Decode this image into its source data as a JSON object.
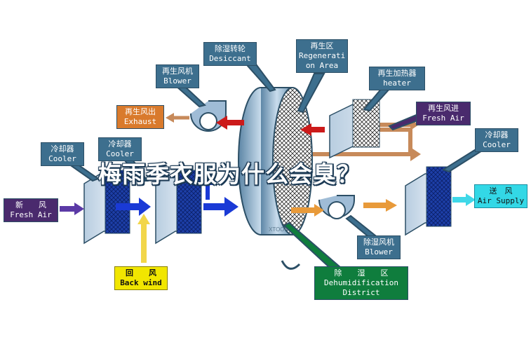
{
  "labels": {
    "desiccant_wheel": [
      "除湿转轮",
      "Desiccant"
    ],
    "regeneration_area": [
      "再生区",
      "Regenerati",
      "on Area"
    ],
    "blower_top": [
      "再生风机",
      "Blower"
    ],
    "heater": [
      "再生加热器",
      "heater"
    ],
    "exhaust": [
      "再生风出",
      "Exhaust"
    ],
    "regen_fresh_air": [
      "再生风进",
      "Fresh Air"
    ],
    "cooler_left": [
      "冷却器",
      "Cooler"
    ],
    "cooler_mid": [
      "冷却器",
      "Cooler"
    ],
    "cooler_right": [
      "冷却器",
      "Cooler"
    ],
    "fresh_air": [
      "新　　风",
      "Fresh Air"
    ],
    "air_supply": [
      "送　风",
      "Air Supply"
    ],
    "back_wind": [
      "回　　风",
      "Back wind"
    ],
    "blower_bottom": [
      "除湿风机",
      "Blower"
    ],
    "dehumid_district": [
      "除　　湿　　区",
      "Dehumidification",
      "District"
    ]
  },
  "overlay_title": "梅雨季衣服为什么会臭？",
  "watermark": "XTOOK",
  "colors": {
    "label_blue": "#3d6f8e",
    "label_purple": "#4a2a6d",
    "label_green": "#0f7d3d",
    "label_orange": "#d97a2c",
    "label_yellow": "#f1e600",
    "label_cyan": "#33d8e6",
    "arrow_red": "#cc1a1a",
    "arrow_blue": "#1a3ad6",
    "arrow_orange": "#e89a3a",
    "arrow_brown": "#c78a5a",
    "arrow_yellow": "#f2d64a",
    "arrow_purple": "#5b3aa6",
    "arrow_cyan": "#3fd8e8"
  },
  "icons": [
    "blower-fan-icon",
    "desiccant-wheel-icon",
    "heater-coil-icon",
    "cooler-coil-icon"
  ]
}
